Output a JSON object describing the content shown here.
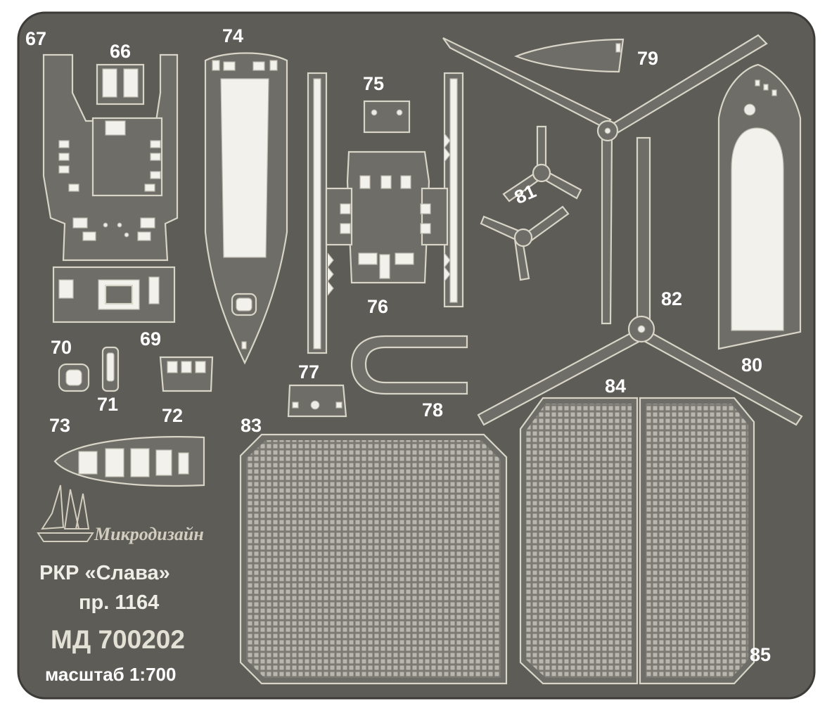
{
  "colors": {
    "fret": "#5e5c57",
    "part": "#6f6d67",
    "edge": "#d8d4c8",
    "cutout": "#f2f1ec",
    "text": "#ffffff"
  },
  "parts": {
    "p66": "66",
    "p67": "67",
    "p69": "69",
    "p70": "70",
    "p71": "71",
    "p72": "72",
    "p73": "73",
    "p74": "74",
    "p75": "75",
    "p76": "76",
    "p77": "77",
    "p78": "78",
    "p79": "79",
    "p80": "80",
    "p81": "81",
    "p82": "82",
    "p83": "83",
    "p84": "84",
    "p85": "85"
  },
  "logo": {
    "icon": "sailing-ship-icon",
    "wordmark": "Микродизайн"
  },
  "title_block": {
    "ship": "РКР «Слава»",
    "project": "пр. 1164",
    "code": "МД 700202",
    "scale": "масштаб 1:700"
  }
}
